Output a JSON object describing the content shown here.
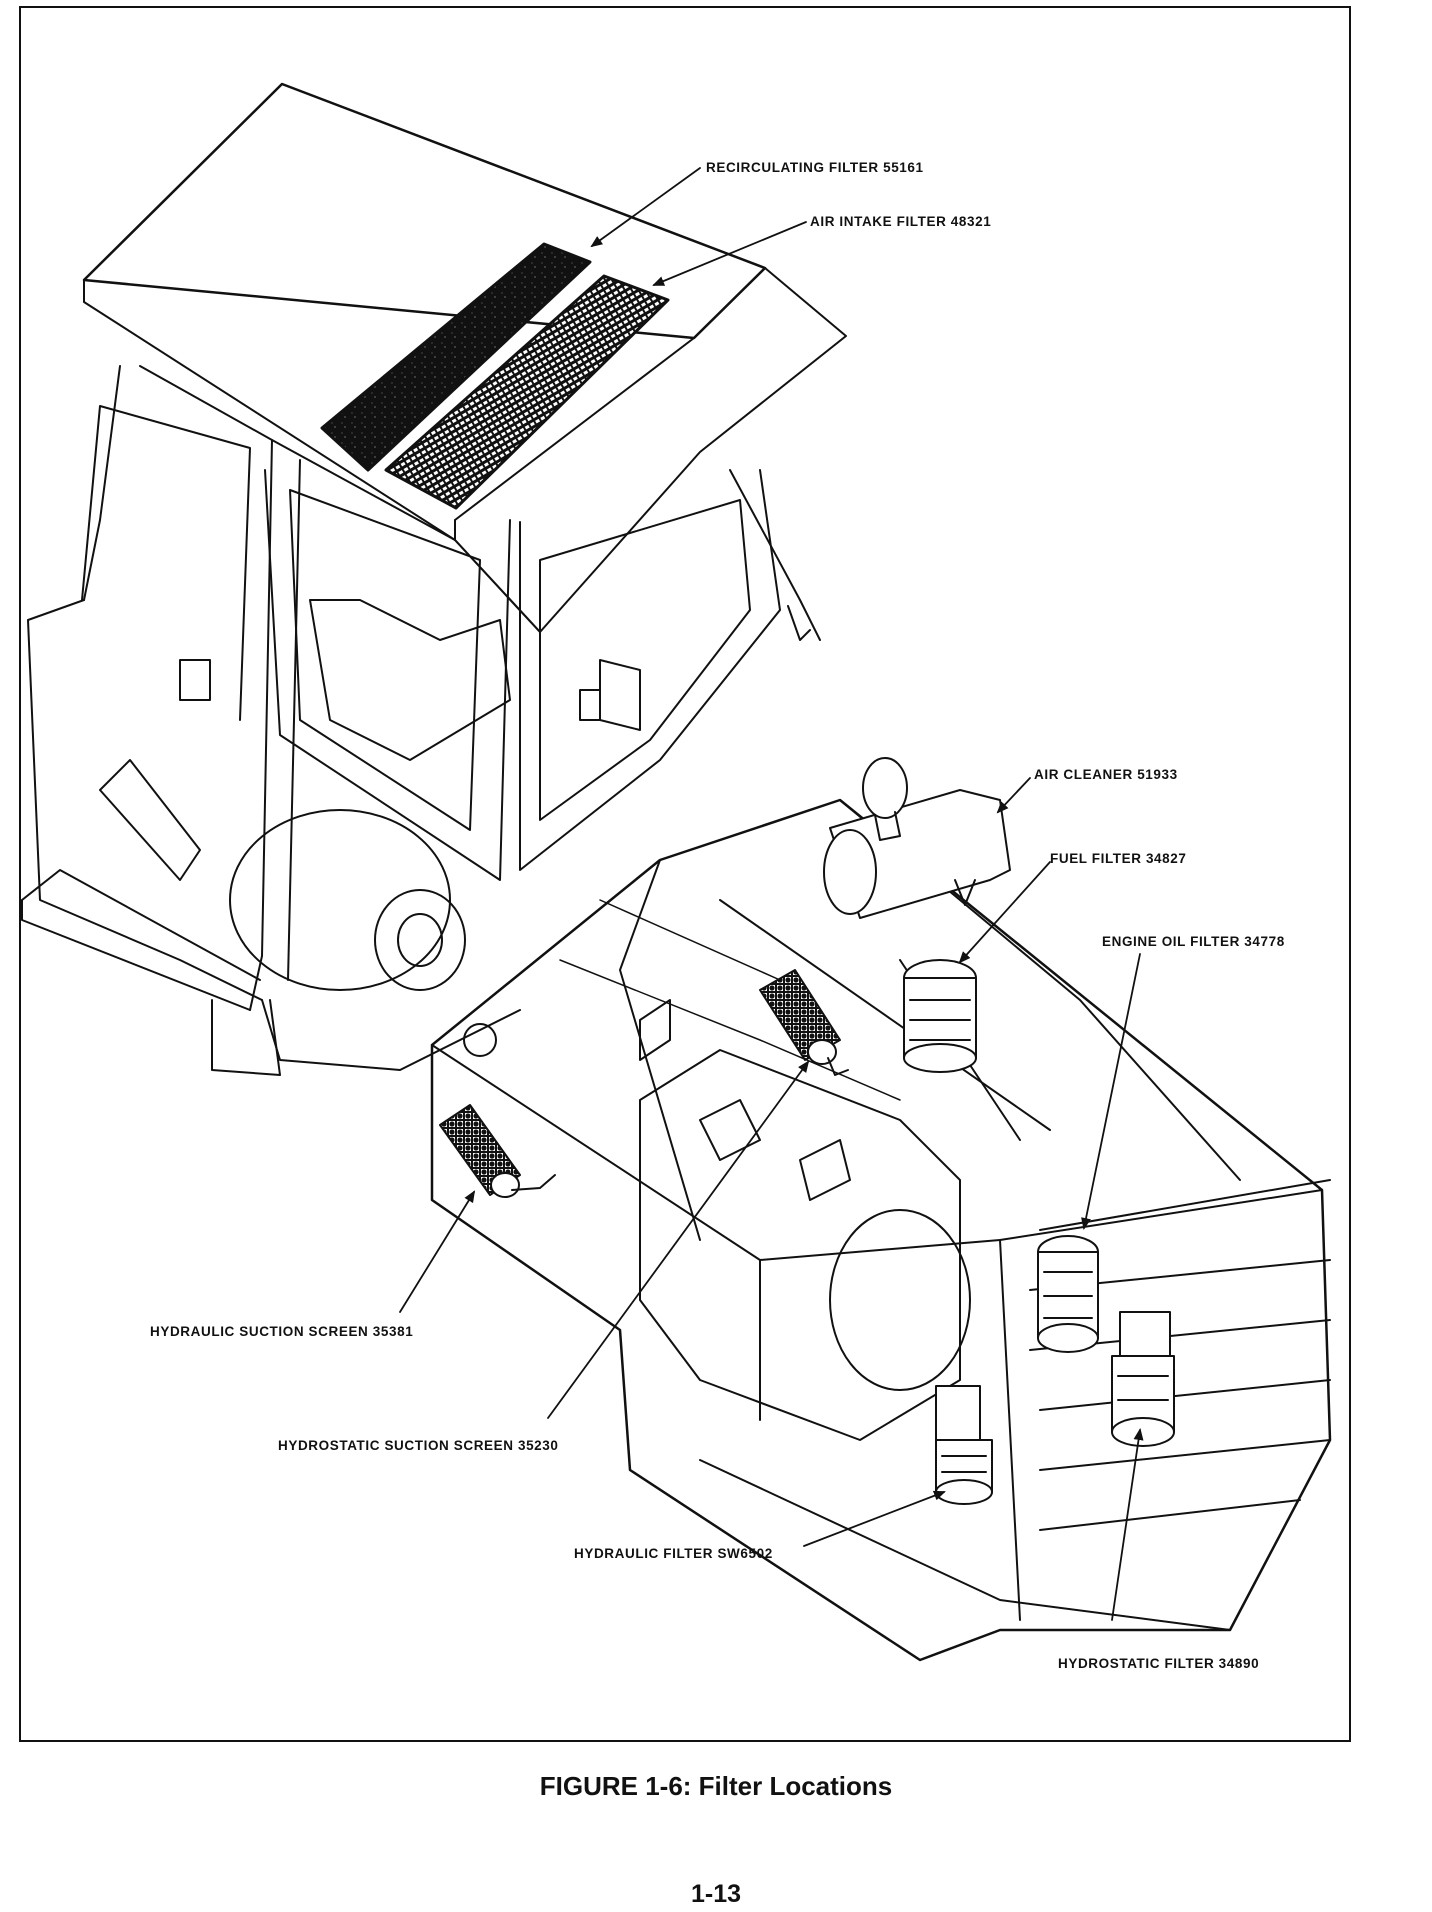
{
  "figure": {
    "callouts": {
      "recirculating_filter": "RECIRCULATING FILTER 55161",
      "air_intake_filter": "AIR INTAKE FILTER 48321",
      "air_cleaner": "AIR CLEANER 51933",
      "fuel_filter": "FUEL FILTER 34827",
      "engine_oil_filter": "ENGINE OIL FILTER 34778",
      "hydraulic_suction_screen": "HYDRAULIC SUCTION SCREEN 35381",
      "hydrostatic_suction_screen": "HYDROSTATIC SUCTION SCREEN 35230",
      "hydraulic_filter": "HYDRAULIC FILTER SW6502",
      "hydrostatic_filter": "HYDROSTATIC FILTER 34890"
    },
    "caption": "FIGURE 1-6:  Filter Locations"
  },
  "page_number": "1-13",
  "colors": {
    "ink": "#111111",
    "paper": "#ffffff"
  },
  "icons": [
    "arrow-leader-icon",
    "machine-illustration"
  ]
}
